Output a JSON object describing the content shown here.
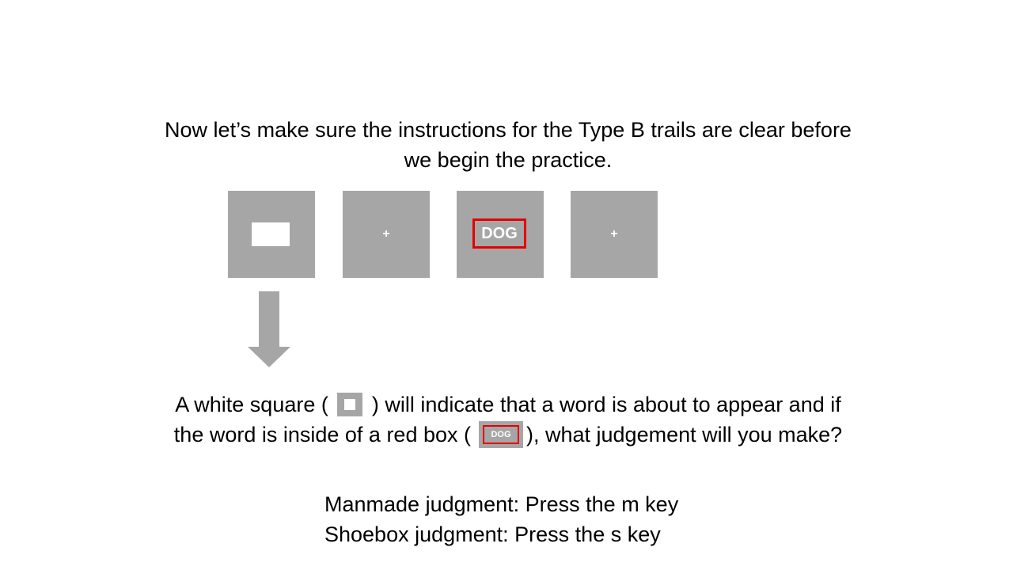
{
  "title": "Now let’s make sure the instructions for the Type B trails are clear before\nwe begin the practice.",
  "sequence": {
    "panel2_symbol": "+",
    "panel3_word": "DOG",
    "panel4_symbol": "+"
  },
  "question": {
    "part1": "A white square (",
    "part2": ") will indicate that a word is about to appear and if",
    "part3": "the word is inside of a red box (",
    "inline_word": "DOG",
    "part4": "), what judgement will you make?"
  },
  "keys": {
    "manmade": "Manmade judgment: Press the m key",
    "shoebox": "Shoebox judgment: Press the s key"
  },
  "colors": {
    "panel_gray": "#a6a6a6",
    "box_red": "#e60000",
    "arrow_gray": "#a6a6a6"
  },
  "icons": {
    "arrow": "down-arrow-icon"
  }
}
